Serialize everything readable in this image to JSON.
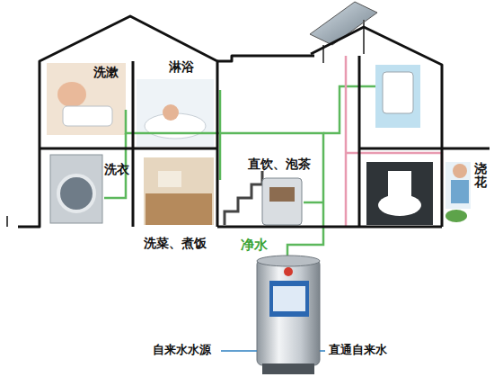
{
  "diagram": {
    "labels": [
      "洗漱",
      "淋浴",
      "洗衣",
      "直饮、泡茶",
      "浇花",
      "洗菜、煮饭",
      "净水",
      "自来水水源",
      "直通自来水"
    ]
  }
}
